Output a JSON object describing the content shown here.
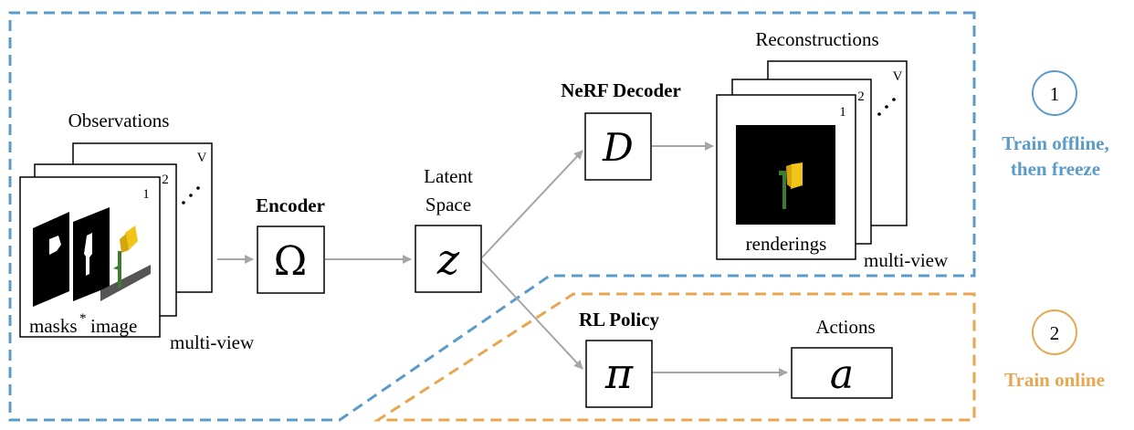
{
  "colors": {
    "offline": "#5b9bc8",
    "online": "#e8a650",
    "arrow": "#a6a6a6"
  },
  "observations": {
    "title": "Observations",
    "stack_indices": [
      "1",
      "2"
    ],
    "last_index": "V",
    "caption_masks": "masks",
    "caption_star": "*",
    "caption_image": "image",
    "multi_view": "multi-view"
  },
  "encoder": {
    "title": "Encoder",
    "symbol": "Ω"
  },
  "latent": {
    "line1": "Latent",
    "line2": "Space",
    "symbol": "z"
  },
  "decoder": {
    "title": "NeRF Decoder",
    "symbol": "D"
  },
  "reconstructions": {
    "title": "Reconstructions",
    "stack_indices": [
      "1",
      "2"
    ],
    "last_index": "V",
    "caption": "renderings",
    "multi_view": "multi-view"
  },
  "policy": {
    "title": "RL Policy",
    "symbol": "π"
  },
  "actions": {
    "title": "Actions",
    "symbol": "a"
  },
  "stages": [
    {
      "number": "1",
      "line1": "Train offline,",
      "line2": "then freeze"
    },
    {
      "number": "2",
      "line1": "Train online",
      "line2": ""
    }
  ]
}
